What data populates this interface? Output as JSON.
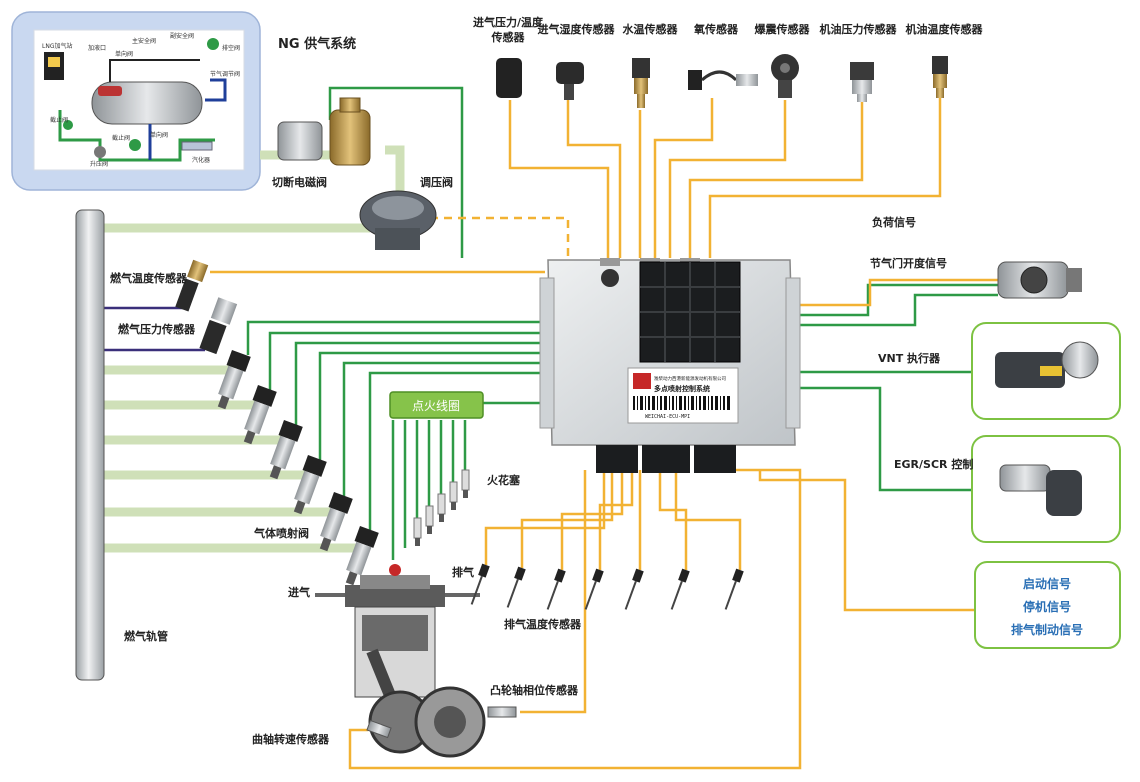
{
  "ng_system": {
    "title": "NG 供气系统",
    "labels": {
      "lng_station": "LNG加气站",
      "fill_port": "加液口",
      "check_valve_top": "单向阀",
      "main_safety_valve": "主安全阀",
      "secondary_safety_valve": "副安全阀",
      "vent_valve": "排空阀",
      "economizer": "节气调节阀",
      "shutoff_valve_left": "截止阀",
      "shutoff_valve_mid": "截止阀",
      "check_valve_bottom": "单向阀",
      "boost_valve": "升压阀",
      "vaporizer": "汽化器"
    }
  },
  "labels": {
    "cutoff_valve": "切断电磁阀",
    "regulator": "调压阀",
    "fuel_temp_sensor": "燃气温度传感器",
    "fuel_pressure_sensor": "燃气压力传感器",
    "gas_injector": "气体喷射阀",
    "fuel_rail": "燃气轨管",
    "ignition_coil": "点火线圈",
    "spark_plug": "火花塞",
    "intake": "进气",
    "exhaust": "排气",
    "exhaust_temp_sensor": "排气温度传感器",
    "cam_sensor": "凸轮轴相位传感器",
    "crank_sensor": "曲轴转速传感器",
    "load_signal": "负荷信号",
    "throttle_signal": "节气门开度信号",
    "vnt": "VNT 执行器",
    "egr_scr": "EGR/SCR 控制"
  },
  "top_sensors": [
    {
      "label_1": "进气压力/温度",
      "label_2": "传感器"
    },
    {
      "label_1": "进气湿度传感器"
    },
    {
      "label_1": "水温传感器"
    },
    {
      "label_1": "氧传感器"
    },
    {
      "label_1": "爆震传感器"
    },
    {
      "label_1": "机油压力传感器"
    },
    {
      "label_1": "机油温度传感器"
    }
  ],
  "signals": [
    "启动信号",
    "停机信号",
    "排气制动信号"
  ],
  "ecu": {
    "label_line1": "潍柴动力西港新能源发动机有限公司",
    "label_line2": "多点喷射控制系统",
    "barcode_text": "WEICHAI-ECU-MPI"
  },
  "colors": {
    "green_wire": "#2e9a46",
    "yellow_wire": "#f2b233",
    "navy_wire": "#3a2f7a",
    "pipe": "#cfe0b8",
    "box_border": "#7dc242",
    "ng_panel": "#c9d8f0",
    "signal_text": "#2a6fb5"
  }
}
